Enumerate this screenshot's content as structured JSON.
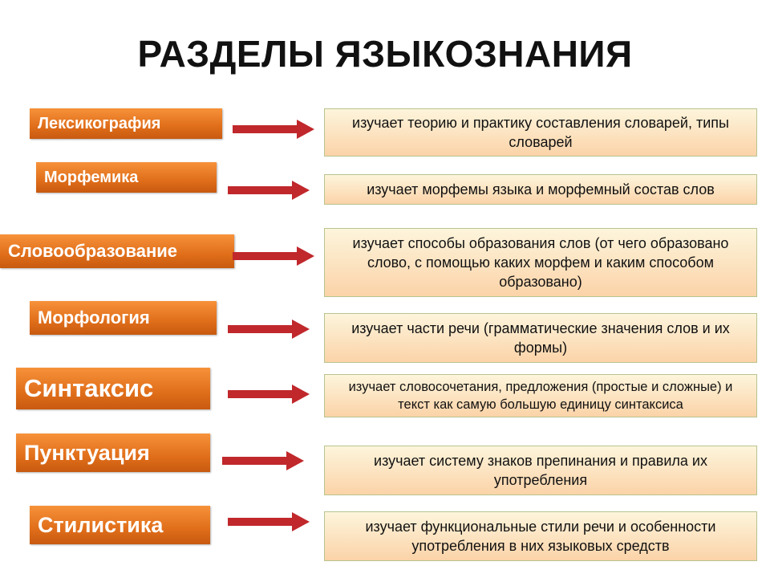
{
  "title": "РАЗДЕЛЫ ЯЗЫКОЗНАНИЯ",
  "sections": [
    {
      "term": "Лексикография",
      "description": "изучает теорию и практику составления словарей, типы словарей"
    },
    {
      "term": "Морфемика",
      "description": "изучает морфемы языка и морфемный состав слов"
    },
    {
      "term": "Словообразование",
      "description": "изучает способы образования слов (от чего образовано слово, с помощью каких морфем и каким способом образовано)"
    },
    {
      "term": "Морфология",
      "description": "изучает части речи (грамматические значения слов и их формы)"
    },
    {
      "term": "Синтаксис",
      "description": "изучает словосочетания, предложения (простые и сложные) и текст как самую большую единицу синтаксиса"
    },
    {
      "term": "Пунктуация",
      "description": "изучает систему знаков препинания и правила их употребления"
    },
    {
      "term": "Стилистика",
      "description": "изучает функциональные стили речи и особенности употребления в них языковых средств"
    }
  ],
  "colors": {
    "term": "#e8781f",
    "arrow": "#c0282c",
    "desc_top": "#fdf5dc",
    "desc_bottom": "#fbd3a8"
  }
}
